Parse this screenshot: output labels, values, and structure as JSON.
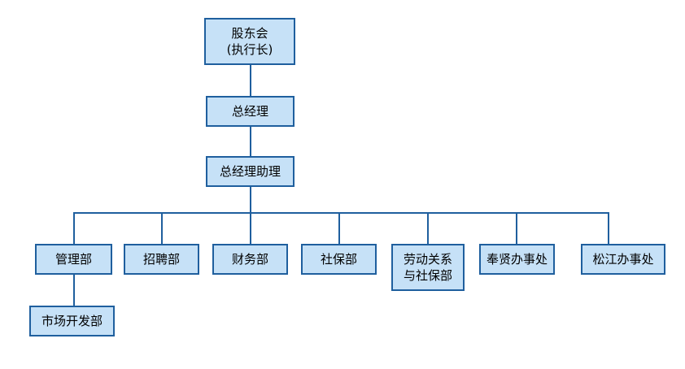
{
  "colors": {
    "box_fill": "#c6e1f7",
    "box_border": "#1f5f9e",
    "connector": "#1f5f9e",
    "text": "#000000"
  },
  "org_chart": {
    "root": "股东会\n(执行长)",
    "general_manager": "总经理",
    "assistant": "总经理助理",
    "departments": {
      "management": "管理部",
      "recruitment": "招聘部",
      "finance": "财务部",
      "social_security": "社保部",
      "labor_relations": "劳动关系\n与社保部",
      "fengxian_office": "奉贤办事处",
      "songjiang_office": "松江办事处"
    },
    "sub_departments": {
      "market_development": "市场开发部"
    }
  }
}
